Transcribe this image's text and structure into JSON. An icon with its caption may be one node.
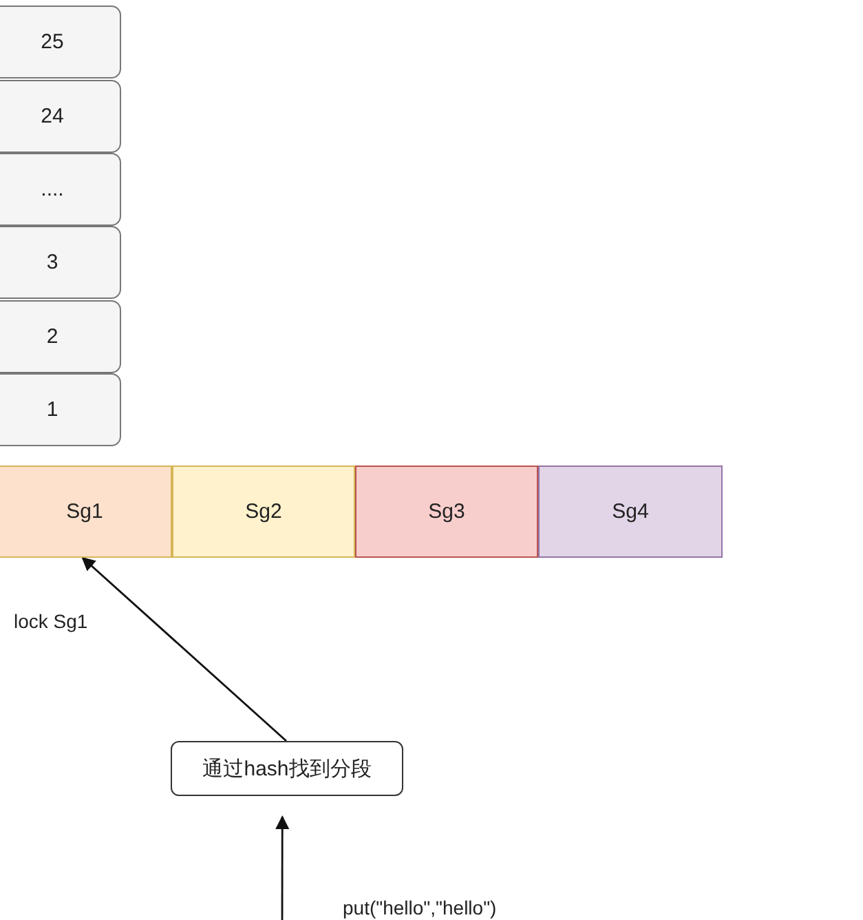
{
  "diagram": {
    "nodes": [
      {
        "text": [
          "25"
        ]
      },
      {
        "text": [
          "24"
        ]
      },
      {
        "text": [
          "...."
        ]
      },
      {
        "text": [
          "3"
        ]
      },
      {
        "text": [
          "2"
        ]
      },
      {
        "text": [
          "1"
        ]
      },
      {
        "text": [
          "Sg1"
        ]
      },
      {
        "text": [
          "Sg2"
        ]
      },
      {
        "text": [
          "Sg3"
        ]
      },
      {
        "text": [
          "Sg4"
        ]
      },
      {
        "text": [
          "通过hash找到分段"
        ]
      }
    ],
    "edges": [
      {
        "from": 10,
        "to": 6,
        "arrow": "to",
        "label": "lock Sg1"
      },
      {
        "from": null,
        "to": 10,
        "arrow": "to",
        "label": "put(\"hello\",\"hello\")"
      }
    ]
  }
}
